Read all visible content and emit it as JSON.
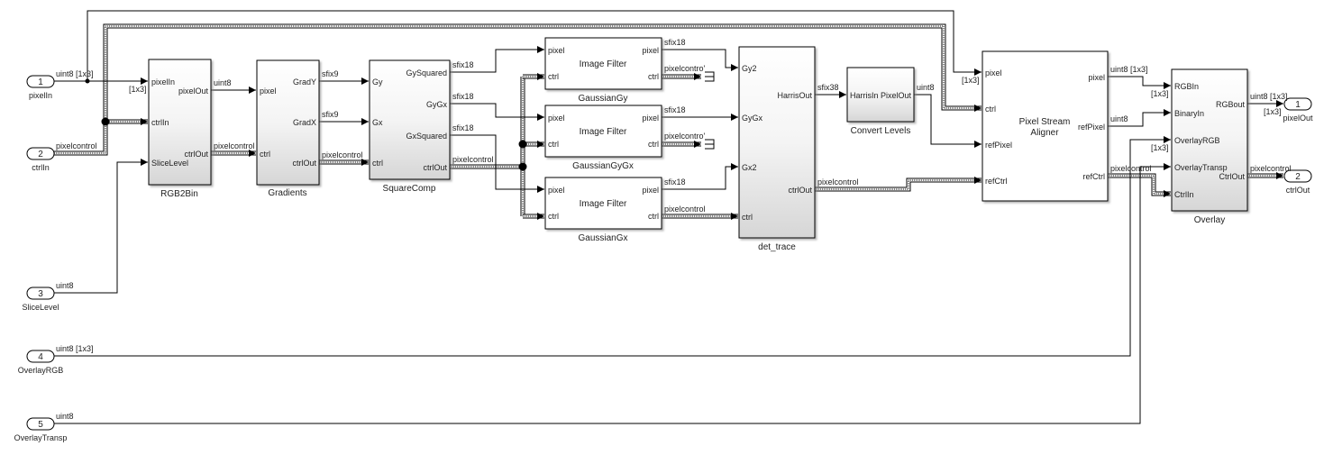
{
  "inports": [
    {
      "num": "1",
      "name": "pixelIn",
      "signal": "uint8 [1x3]"
    },
    {
      "num": "2",
      "name": "ctrlIn",
      "signal": "pixelcontrol"
    },
    {
      "num": "3",
      "name": "SliceLevel",
      "signal": "uint8"
    },
    {
      "num": "4",
      "name": "OverlayRGB",
      "signal": "uint8 [1x3]"
    },
    {
      "num": "5",
      "name": "OverlayTransp",
      "signal": "uint8"
    }
  ],
  "outports": [
    {
      "num": "1",
      "name": "pixelOut",
      "signal": "uint8 [1x3]",
      "dim": "[1x3]"
    },
    {
      "num": "2",
      "name": "ctrlOut",
      "signal": "pixelcontrol"
    }
  ],
  "blocks": {
    "rgb2bin": {
      "name": "RGB2Bin",
      "inputs": [
        "pixelIn",
        "ctrlIn",
        "SliceLevel"
      ],
      "outputs": [
        "pixelOut",
        "ctrlOut"
      ],
      "dim": "[1x3]",
      "out_signals": [
        "uint8",
        "pixelcontrol"
      ]
    },
    "gradients": {
      "name": "Gradients",
      "inputs": [
        "pixel",
        "ctrl"
      ],
      "outputs": [
        "GradY",
        "GradX",
        "ctrlOut"
      ],
      "out_signals": [
        "sfix9",
        "sfix9",
        "pixelcontrol"
      ]
    },
    "squarecomp": {
      "name": "SquareComp",
      "inputs": [
        "Gy",
        "Gx",
        "ctrl"
      ],
      "outputs": [
        "GySquared",
        "GyGx",
        "GxSquared",
        "ctrlOut"
      ],
      "out_signals": [
        "sfix18",
        "sfix18",
        "sfix18",
        "pixelcontrol"
      ]
    },
    "gaussian_gy": {
      "name": "GaussianGy",
      "body": "Image Filter",
      "inputs": [
        "pixel",
        "ctrl"
      ],
      "outputs": [
        "pixel",
        "ctrl"
      ],
      "out_signals": [
        "sfix18",
        "pixelcontro'"
      ]
    },
    "gaussian_gygx": {
      "name": "GaussianGyGx",
      "body": "Image Filter",
      "inputs": [
        "pixel",
        "ctrl"
      ],
      "outputs": [
        "pixel",
        "ctrl"
      ],
      "out_signals": [
        "sfix18",
        "pixelcontro'"
      ]
    },
    "gaussian_gx": {
      "name": "GaussianGx",
      "body": "Image Filter",
      "inputs": [
        "pixel",
        "ctrl"
      ],
      "outputs": [
        "pixel",
        "ctrl"
      ],
      "out_signals": [
        "sfix18",
        "pixelcontrol"
      ]
    },
    "det_trace": {
      "name": "det_trace",
      "inputs": [
        "Gy2",
        "GyGx",
        "Gx2",
        "ctrl"
      ],
      "outputs": [
        "HarrisOut",
        "ctrlOut"
      ],
      "out_signals": [
        "sfix38",
        "pixelcontrol"
      ]
    },
    "convert_levels": {
      "name": "Convert Levels",
      "inputs": [
        "HarrisIn"
      ],
      "outputs": [
        "PixelOut"
      ],
      "out_signals": [
        "uint8"
      ]
    },
    "aligner": {
      "name": "",
      "body": "Pixel Stream Aligner",
      "body_line1": "Pixel Stream",
      "body_line2": "Aligner",
      "inputs": [
        "pixel",
        "ctrl",
        "refPixel",
        "refCtrl"
      ],
      "outputs": [
        "pixel",
        "refPixel",
        "refCtrl"
      ],
      "dim": "[1x3]",
      "out_signals": [
        "uint8 [1x3]",
        "uint8",
        "pixelcontrol"
      ]
    },
    "overlay": {
      "name": "Overlay",
      "inputs": [
        "RGBIn",
        "BinaryIn",
        "OverlayRGB",
        "OverlayTransp",
        "CtrlIn"
      ],
      "outputs": [
        "RGBout",
        "CtrlOut"
      ],
      "dims": [
        "[1x3]",
        "[1x3]"
      ],
      "out_signals": [
        "uint8 [1x3]",
        "pixelcontrol"
      ]
    }
  },
  "colors": {
    "line": "#000000",
    "block_fill_top": "#ffffff",
    "block_fill_bottom": "#d9d9d9",
    "text": "#222222"
  }
}
